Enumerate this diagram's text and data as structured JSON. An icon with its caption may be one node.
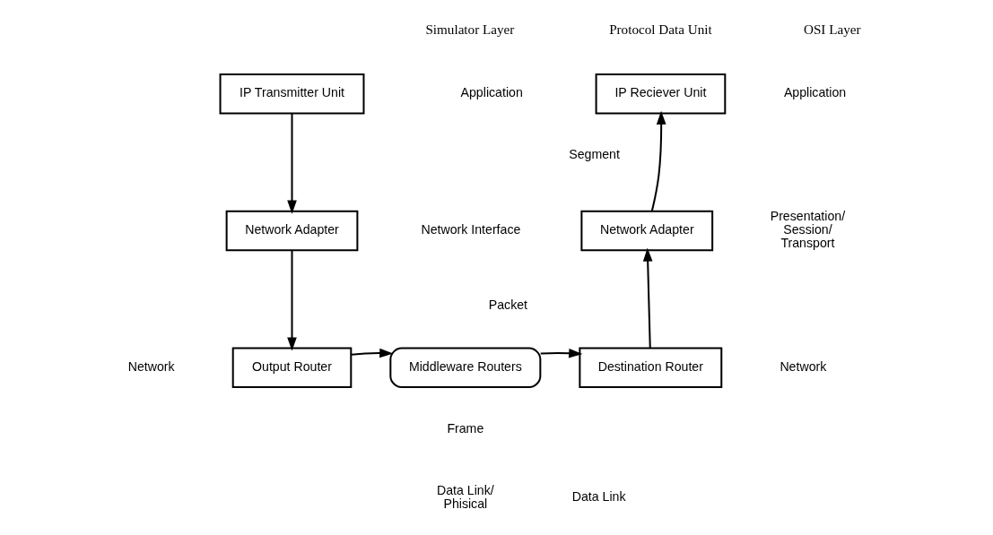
{
  "diagram": {
    "nodes": [
      {
        "text": [
          "IP Transmitter Unit"
        ]
      },
      {
        "text": [
          "IP Reciever Unit"
        ]
      },
      {
        "text": [
          "Network Adapter"
        ]
      },
      {
        "text": [
          "Network Adapter"
        ]
      },
      {
        "text": [
          "Output Router"
        ]
      },
      {
        "text": [
          "Middleware Routers"
        ]
      },
      {
        "text": [
          "Destination Router"
        ]
      }
    ],
    "edges": [
      {
        "from": 0,
        "to": 2,
        "arrow": "to"
      },
      {
        "from": 2,
        "to": 4,
        "arrow": "to"
      },
      {
        "from": 4,
        "to": 5,
        "arrow": "to"
      },
      {
        "from": 5,
        "to": 6,
        "arrow": "to"
      },
      {
        "from": 6,
        "to": 3,
        "arrow": "to"
      },
      {
        "from": 3,
        "to": 1,
        "arrow": "to"
      }
    ],
    "labels": [
      "Simulator Layer",
      "Protocol Data Unit",
      "OSI Layer",
      "Application",
      "Application",
      "Segment",
      "Network Interface",
      "Presentation/ Session/ Transport",
      "Packet",
      "Network",
      "Network",
      "Frame",
      "Data Link",
      "Data Link/ Phisical"
    ]
  }
}
